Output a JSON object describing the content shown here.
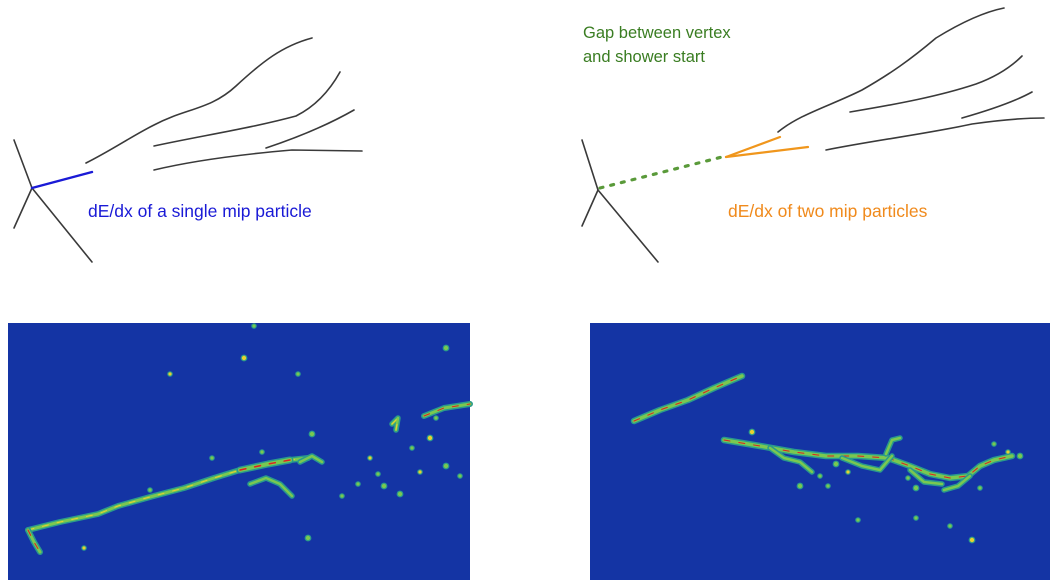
{
  "left_diagram": {
    "annotation": "dE/dx of a single mip particle",
    "annotation_color": "#1a1ad6",
    "segment_color": "#1a1ad6"
  },
  "right_diagram": {
    "gap_label_line1": "Gap between vertex",
    "gap_label_line2": "and shower start",
    "gap_label_color": "#3a7d22",
    "gap_dots_color": "#5a9a3a",
    "annotation": "dE/dx of two mip particles",
    "annotation_color": "#f08a1c",
    "segment_color": "#f0961c"
  },
  "colors": {
    "track_lines": "#3a3a3a",
    "event_display_background": "#1434a4",
    "hit_cool": "#2a9a8c",
    "hit_mid": "#7ac850",
    "hit_warm": "#e8d030",
    "hit_hot": "#e02020"
  },
  "event_displays": [
    {
      "name": "single-electron-event-display"
    },
    {
      "name": "photon-pair-event-display"
    }
  ]
}
